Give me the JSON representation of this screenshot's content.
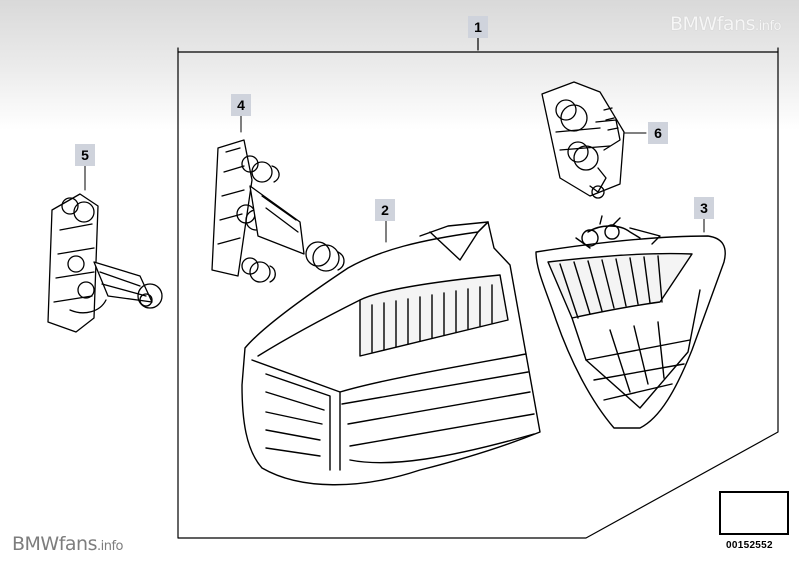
{
  "watermark": {
    "main": "BMWfans",
    "suffix": ".info"
  },
  "callouts": {
    "c1": "1",
    "c2": "2",
    "c3": "3",
    "c4": "4",
    "c5": "5",
    "c6": "6"
  },
  "reference_number": "00152552",
  "icons": {
    "outer_tail_light": "outer-tail-light-drawing",
    "inner_tail_light": "inner-tail-light-drawing",
    "bulb_carrier": "bulb-carrier-drawing",
    "reference_symbol": "arrow-symbol"
  }
}
